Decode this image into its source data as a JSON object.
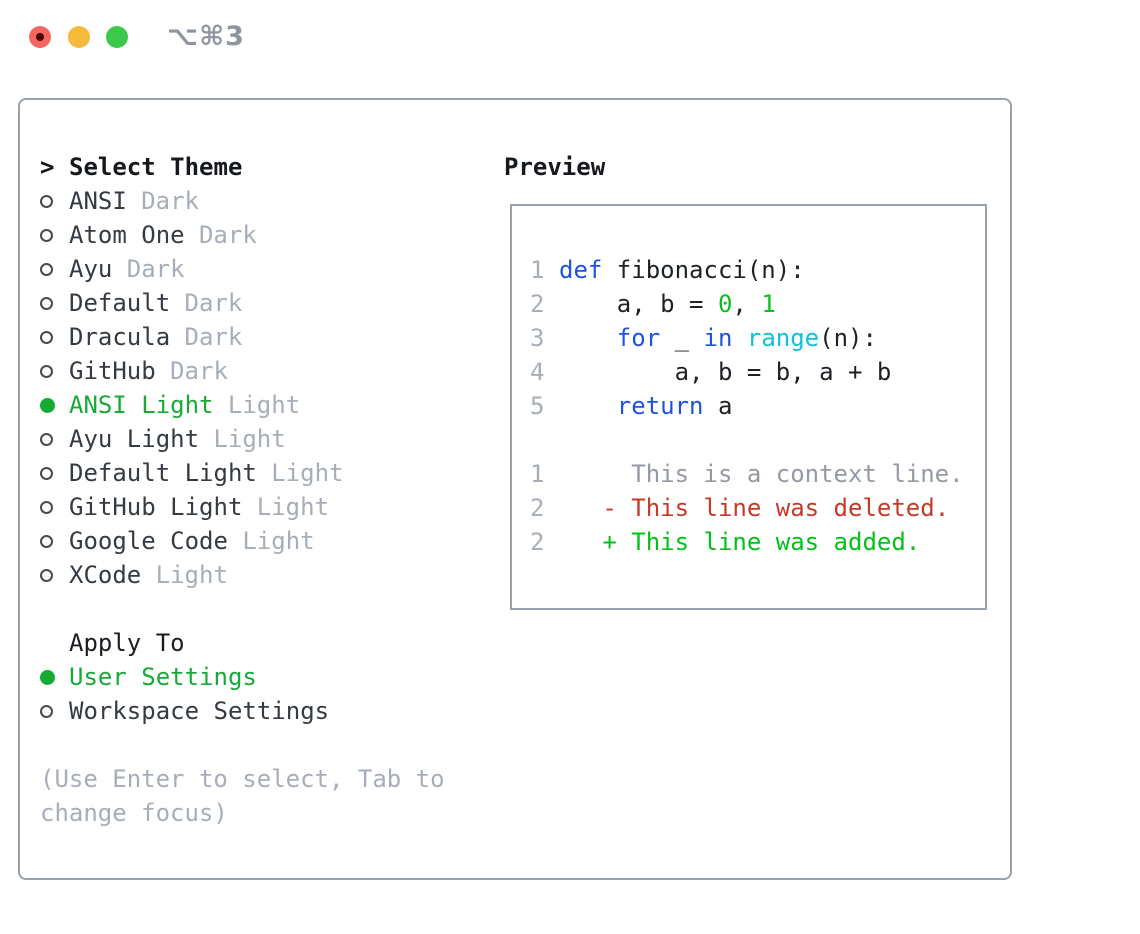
{
  "window": {
    "titlebar": {
      "shortcut": "⌥⌘3",
      "buttons": [
        "close",
        "minimize",
        "zoom"
      ]
    }
  },
  "colors": {
    "fg": "#1d2226",
    "keyword_blue": "#1f52de",
    "literal_green": "#0bbf1f",
    "function_cyan": "#10c0d5",
    "context_gray": "#939aa3",
    "deleted_red": "#c43a28",
    "added_green": "#05c01a",
    "muted_gray": "#a6aeb8",
    "item_dark": "#343b42",
    "header_black": "#15181c",
    "selection_green": "#17ab36",
    "panel_border": "#99a1ab",
    "traffic_red": "#f26860",
    "traffic_yellow": "#f5b93b",
    "traffic_green": "#3cc94b"
  },
  "panel": {
    "theme_list": {
      "prompt": ">",
      "header": "Select Theme",
      "items": [
        {
          "name": "ANSI",
          "tag": "Dark",
          "selected": false
        },
        {
          "name": "Atom One",
          "tag": "Dark",
          "selected": false
        },
        {
          "name": "Ayu",
          "tag": "Dark",
          "selected": false
        },
        {
          "name": "Default",
          "tag": "Dark",
          "selected": false
        },
        {
          "name": "Dracula",
          "tag": "Dark",
          "selected": false
        },
        {
          "name": "GitHub",
          "tag": "Dark",
          "selected": false
        },
        {
          "name": "ANSI Light",
          "tag": "Light",
          "selected": true
        },
        {
          "name": "Ayu Light",
          "tag": "Light",
          "selected": false
        },
        {
          "name": "Default Light",
          "tag": "Light",
          "selected": false
        },
        {
          "name": "GitHub Light",
          "tag": "Light",
          "selected": false
        },
        {
          "name": "Google Code",
          "tag": "Light",
          "selected": false
        },
        {
          "name": "XCode",
          "tag": "Light",
          "selected": false
        }
      ]
    },
    "apply_to": {
      "header": "Apply To",
      "options": [
        {
          "label": "User Settings",
          "selected": true
        },
        {
          "label": "Workspace Settings",
          "selected": false
        }
      ]
    },
    "help": [
      "(Use Enter to select, Tab to",
      "change focus)"
    ]
  },
  "preview": {
    "header": "Preview",
    "lines": [
      {
        "num": "1",
        "segments": [
          {
            "t": "def",
            "c": "keyword_blue"
          },
          {
            "t": " fibonacci(n):",
            "c": "fg"
          }
        ]
      },
      {
        "num": "2",
        "segments": [
          {
            "t": "    a, b = ",
            "c": "fg"
          },
          {
            "t": "0",
            "c": "literal_green"
          },
          {
            "t": ", ",
            "c": "fg"
          },
          {
            "t": "1",
            "c": "literal_green"
          }
        ]
      },
      {
        "num": "3",
        "segments": [
          {
            "t": "    ",
            "c": "fg"
          },
          {
            "t": "for",
            "c": "keyword_blue"
          },
          {
            "t": " _ ",
            "c": "fg"
          },
          {
            "t": "in",
            "c": "keyword_blue"
          },
          {
            "t": " ",
            "c": "fg"
          },
          {
            "t": "range",
            "c": "function_cyan"
          },
          {
            "t": "(n):",
            "c": "fg"
          }
        ]
      },
      {
        "num": "4",
        "segments": [
          {
            "t": "        a, b = b, a + b",
            "c": "fg"
          }
        ]
      },
      {
        "num": "5",
        "segments": [
          {
            "t": "    ",
            "c": "fg"
          },
          {
            "t": "return",
            "c": "keyword_blue"
          },
          {
            "t": " a",
            "c": "fg"
          }
        ]
      },
      {
        "num": "",
        "segments": []
      },
      {
        "num": "1",
        "segments": [
          {
            "t": "     This is a context line.",
            "c": "context_gray"
          }
        ]
      },
      {
        "num": "2",
        "segments": [
          {
            "t": "   ",
            "c": "fg"
          },
          {
            "t": "- This line was deleted.",
            "c": "deleted_red"
          }
        ]
      },
      {
        "num": "2",
        "segments": [
          {
            "t": "   ",
            "c": "fg"
          },
          {
            "t": "+ This line was added.",
            "c": "added_green"
          }
        ]
      }
    ]
  }
}
